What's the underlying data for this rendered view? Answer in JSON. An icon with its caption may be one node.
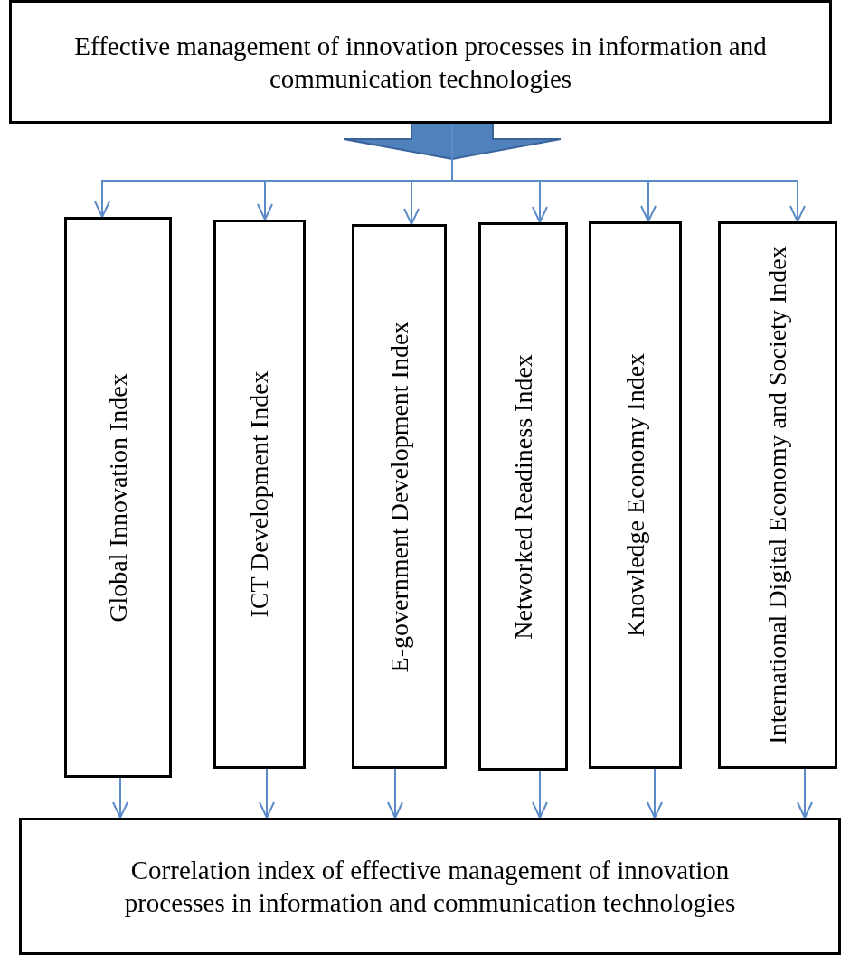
{
  "diagram": {
    "nodes": [
      {
        "text": [
          "Effective management of innovation processes in information and communication technologies"
        ]
      },
      {
        "text": [
          "Global Innovation Index"
        ]
      },
      {
        "text": [
          "ICT Development Index"
        ]
      },
      {
        "text": [
          "E-government Development Index"
        ]
      },
      {
        "text": [
          "Networked Readiness Index"
        ]
      },
      {
        "text": [
          "Knowledge Economy Index"
        ]
      },
      {
        "text": [
          "International Digital Economy and Society Index"
        ]
      },
      {
        "text": [
          "Correlation index of effective management of innovation processes in information and communication technologies"
        ]
      }
    ],
    "edges": [
      {
        "from": 0,
        "to": 1,
        "arrow": "to"
      },
      {
        "from": 0,
        "to": 2,
        "arrow": "to"
      },
      {
        "from": 0,
        "to": 3,
        "arrow": "to"
      },
      {
        "from": 0,
        "to": 4,
        "arrow": "to"
      },
      {
        "from": 0,
        "to": 5,
        "arrow": "to"
      },
      {
        "from": 0,
        "to": 6,
        "arrow": "to"
      },
      {
        "from": 1,
        "to": 7,
        "arrow": "to"
      },
      {
        "from": 2,
        "to": 7,
        "arrow": "to"
      },
      {
        "from": 3,
        "to": 7,
        "arrow": "to"
      },
      {
        "from": 4,
        "to": 7,
        "arrow": "to"
      },
      {
        "from": 5,
        "to": 7,
        "arrow": "to"
      },
      {
        "from": 6,
        "to": 7,
        "arrow": "to"
      }
    ]
  }
}
